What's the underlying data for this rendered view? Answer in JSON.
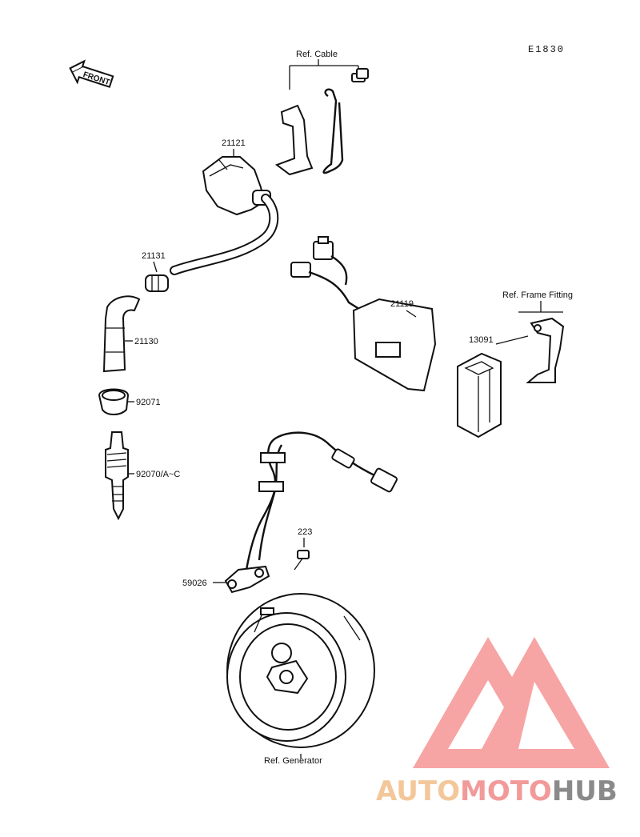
{
  "diagram": {
    "code": "E1830",
    "front_label": "FRONT",
    "labels": {
      "ref_cable": "Ref. Cable",
      "p21121": "21121",
      "p21131": "21131",
      "p21130": "21130",
      "p92071": "92071",
      "p92070": "92070/A~C",
      "p21119": "21119",
      "ref_frame": "Ref. Frame Fitting",
      "p13091": "13091",
      "p223": "223",
      "p59026": "59026",
      "ref_generator": "Ref. Generator"
    }
  },
  "watermark": {
    "part1": "AUTO",
    "part2": "MOTO",
    "part3": "HUB",
    "colors": {
      "auto": "#f3c79a",
      "moto": "#f29a9a",
      "hub": "#8a8a8a",
      "logo": "#f05a5a"
    }
  }
}
